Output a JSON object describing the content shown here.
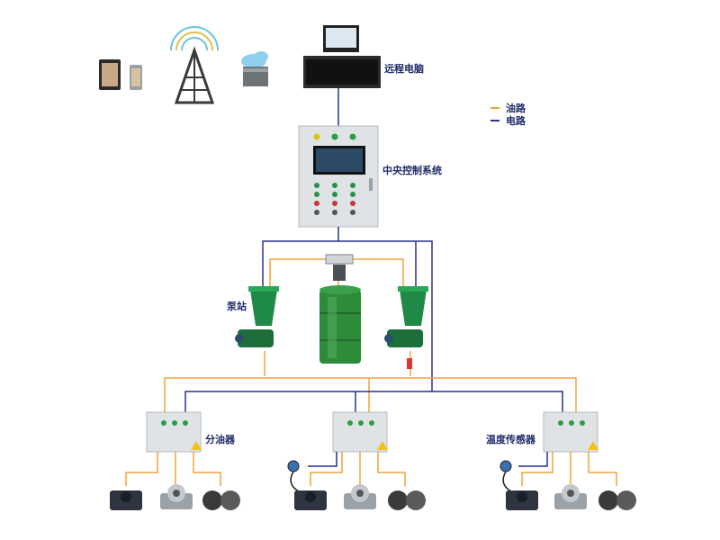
{
  "labels": {
    "remote_pc": "远程电脑",
    "central_control": "中央控制系统",
    "pump_station": "泵站",
    "distributor": "分油器",
    "temp_sensor": "温度传感器"
  },
  "legend": {
    "oil_line": {
      "label": "油路",
      "color": "#f2a33a"
    },
    "power_line": {
      "label": "电路",
      "color": "#26318f"
    }
  },
  "colors": {
    "pump_green": "#1f8a47",
    "barrel_green": "#2e8b3a",
    "cabinet_gray": "#dfe3e6",
    "screen": "#1a2a3a"
  }
}
